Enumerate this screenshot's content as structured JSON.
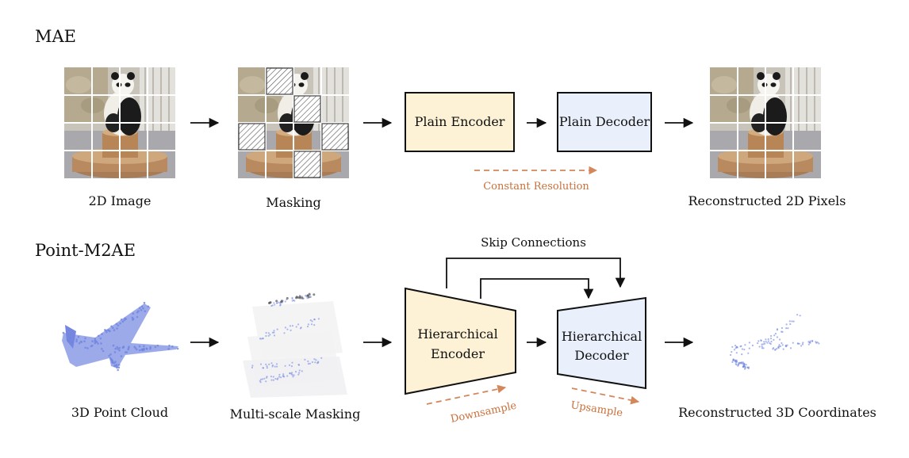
{
  "mae": {
    "section_title": "MAE",
    "captions": {
      "input": "2D Image",
      "masking": "Masking",
      "output": "Reconstructed 2D Pixels"
    },
    "encoder_label": "Plain Encoder",
    "decoder_label": "Plain Decoder",
    "resolution_label": "Constant Resolution"
  },
  "point_m2ae": {
    "section_title": "Point-M2AE",
    "captions": {
      "input": "3D Point Cloud",
      "masking": "Multi-scale Masking",
      "output": "Reconstructed 3D Coordinates"
    },
    "encoder_label_line1": "Hierarchical",
    "encoder_label_line2": "Encoder",
    "decoder_label_line1": "Hierarchical",
    "decoder_label_line2": "Decoder",
    "skip_label": "Skip Connections",
    "downsample_label": "Downsample",
    "upsample_label": "Upsample"
  },
  "colors": {
    "encoder_fill": "#fdf1d6",
    "decoder_fill": "#eaf0fb",
    "accent_orange": "#d4875a",
    "point_blue": "#6f84e0"
  }
}
